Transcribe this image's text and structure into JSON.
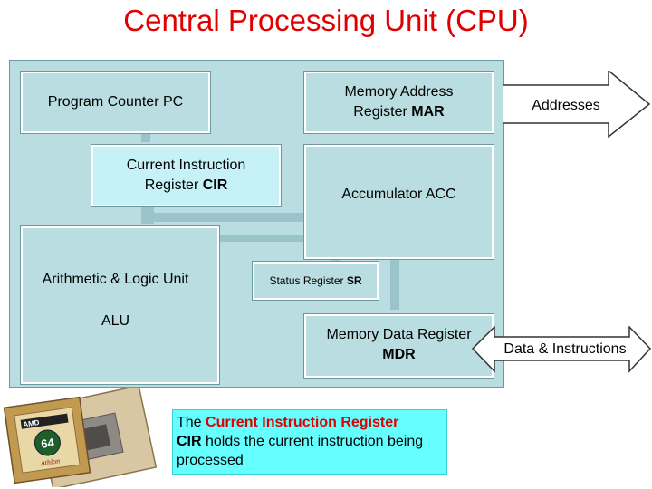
{
  "title": "Central Processing Unit (CPU)",
  "registers": {
    "pc": "Program Counter PC",
    "mar_line1": "Memory Address",
    "mar_line2_prefix": "Register ",
    "mar_abbr": "MAR",
    "cir_line1": "Current Instruction",
    "cir_line2_prefix": "Register ",
    "cir_abbr": "CIR",
    "acc": "Accumulator ACC",
    "alu_line1": "Arithmetic & Logic Unit",
    "alu_line2": "ALU",
    "sr_prefix": "Status Register ",
    "sr_abbr": "SR",
    "mdr_line1": "Memory Data Register",
    "mdr_abbr": "MDR"
  },
  "arrows": {
    "addresses": "Addresses",
    "data_instructions": "Data & Instructions"
  },
  "note": {
    "prefix": "The ",
    "highlight": "Current Instruction Register",
    "abbr": "CIR",
    "rest": " holds the current instruction being processed"
  },
  "chip": {
    "brand": "AMD",
    "logo_text": "64",
    "product": "Athlon"
  },
  "colors": {
    "title": "#e00000",
    "cpu_fill": "#b9dde1",
    "note_fill": "#66ffff",
    "highlight": "#e00000"
  }
}
